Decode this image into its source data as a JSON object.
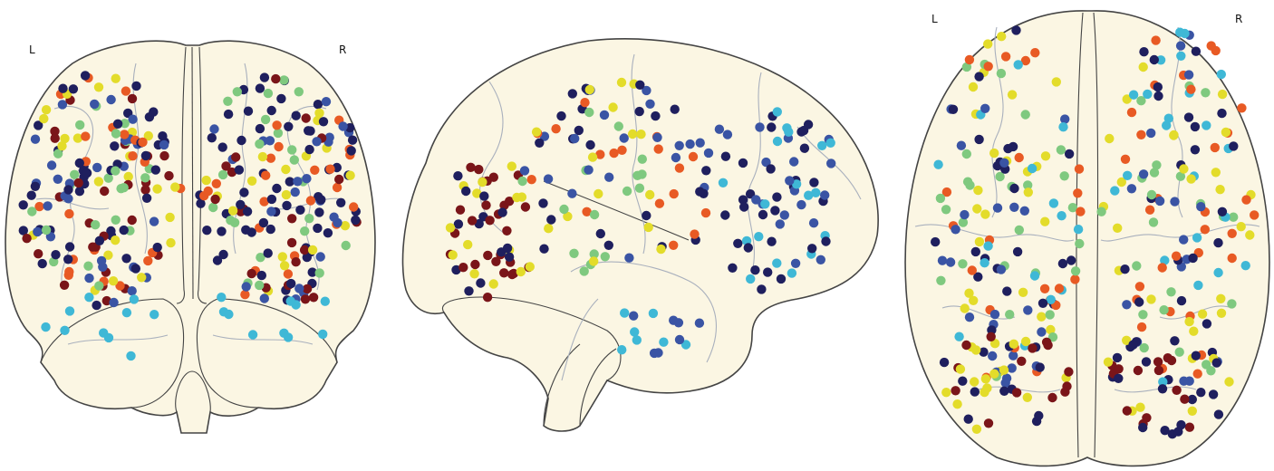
{
  "views": {
    "coronal": {
      "label_left": "L",
      "label_right": "R"
    },
    "axial": {
      "label_left": "L",
      "label_right": "R"
    }
  },
  "colors": {
    "dark_red": "#7a1519",
    "orange": "#e85a24",
    "yellow": "#e3dc2a",
    "green": "#7fc97f",
    "cyan": "#3fb8d6",
    "blue": "#3a54a4",
    "navy": "#1f1f5e",
    "brain_fill": "#fbf6e3",
    "outline": "#444444",
    "sulcus": "#a9b0bd"
  },
  "marker_color_order": [
    "dark_red",
    "orange",
    "yellow",
    "green",
    "cyan",
    "blue",
    "navy"
  ]
}
